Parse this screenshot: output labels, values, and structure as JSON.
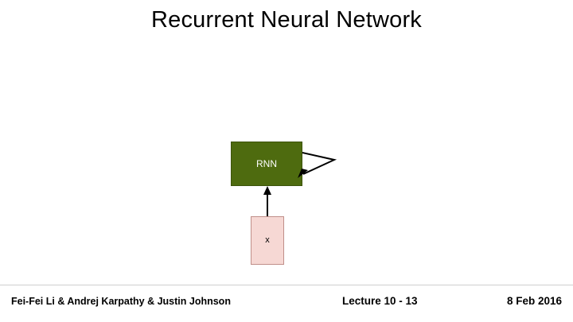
{
  "slide": {
    "title": "Recurrent Neural Network",
    "background_color": "#ffffff"
  },
  "diagram": {
    "rnn_block": {
      "label": "RNN",
      "fill_color": "#4e6b0f",
      "text_color": "#ffffff"
    },
    "input_block": {
      "label": "x",
      "fill_color": "#f6d8d4",
      "border_color": "#c08f8a",
      "text_color": "#000000"
    },
    "arrows": {
      "input_to_rnn": "arrow-up-icon",
      "recurrent_loop": "arrow-loop-icon"
    }
  },
  "footer": {
    "authors": "Fei-Fei Li & Andrej Karpathy & Justin Johnson",
    "lecture": "Lecture 10 -  13",
    "date": "8 Feb 2016"
  }
}
